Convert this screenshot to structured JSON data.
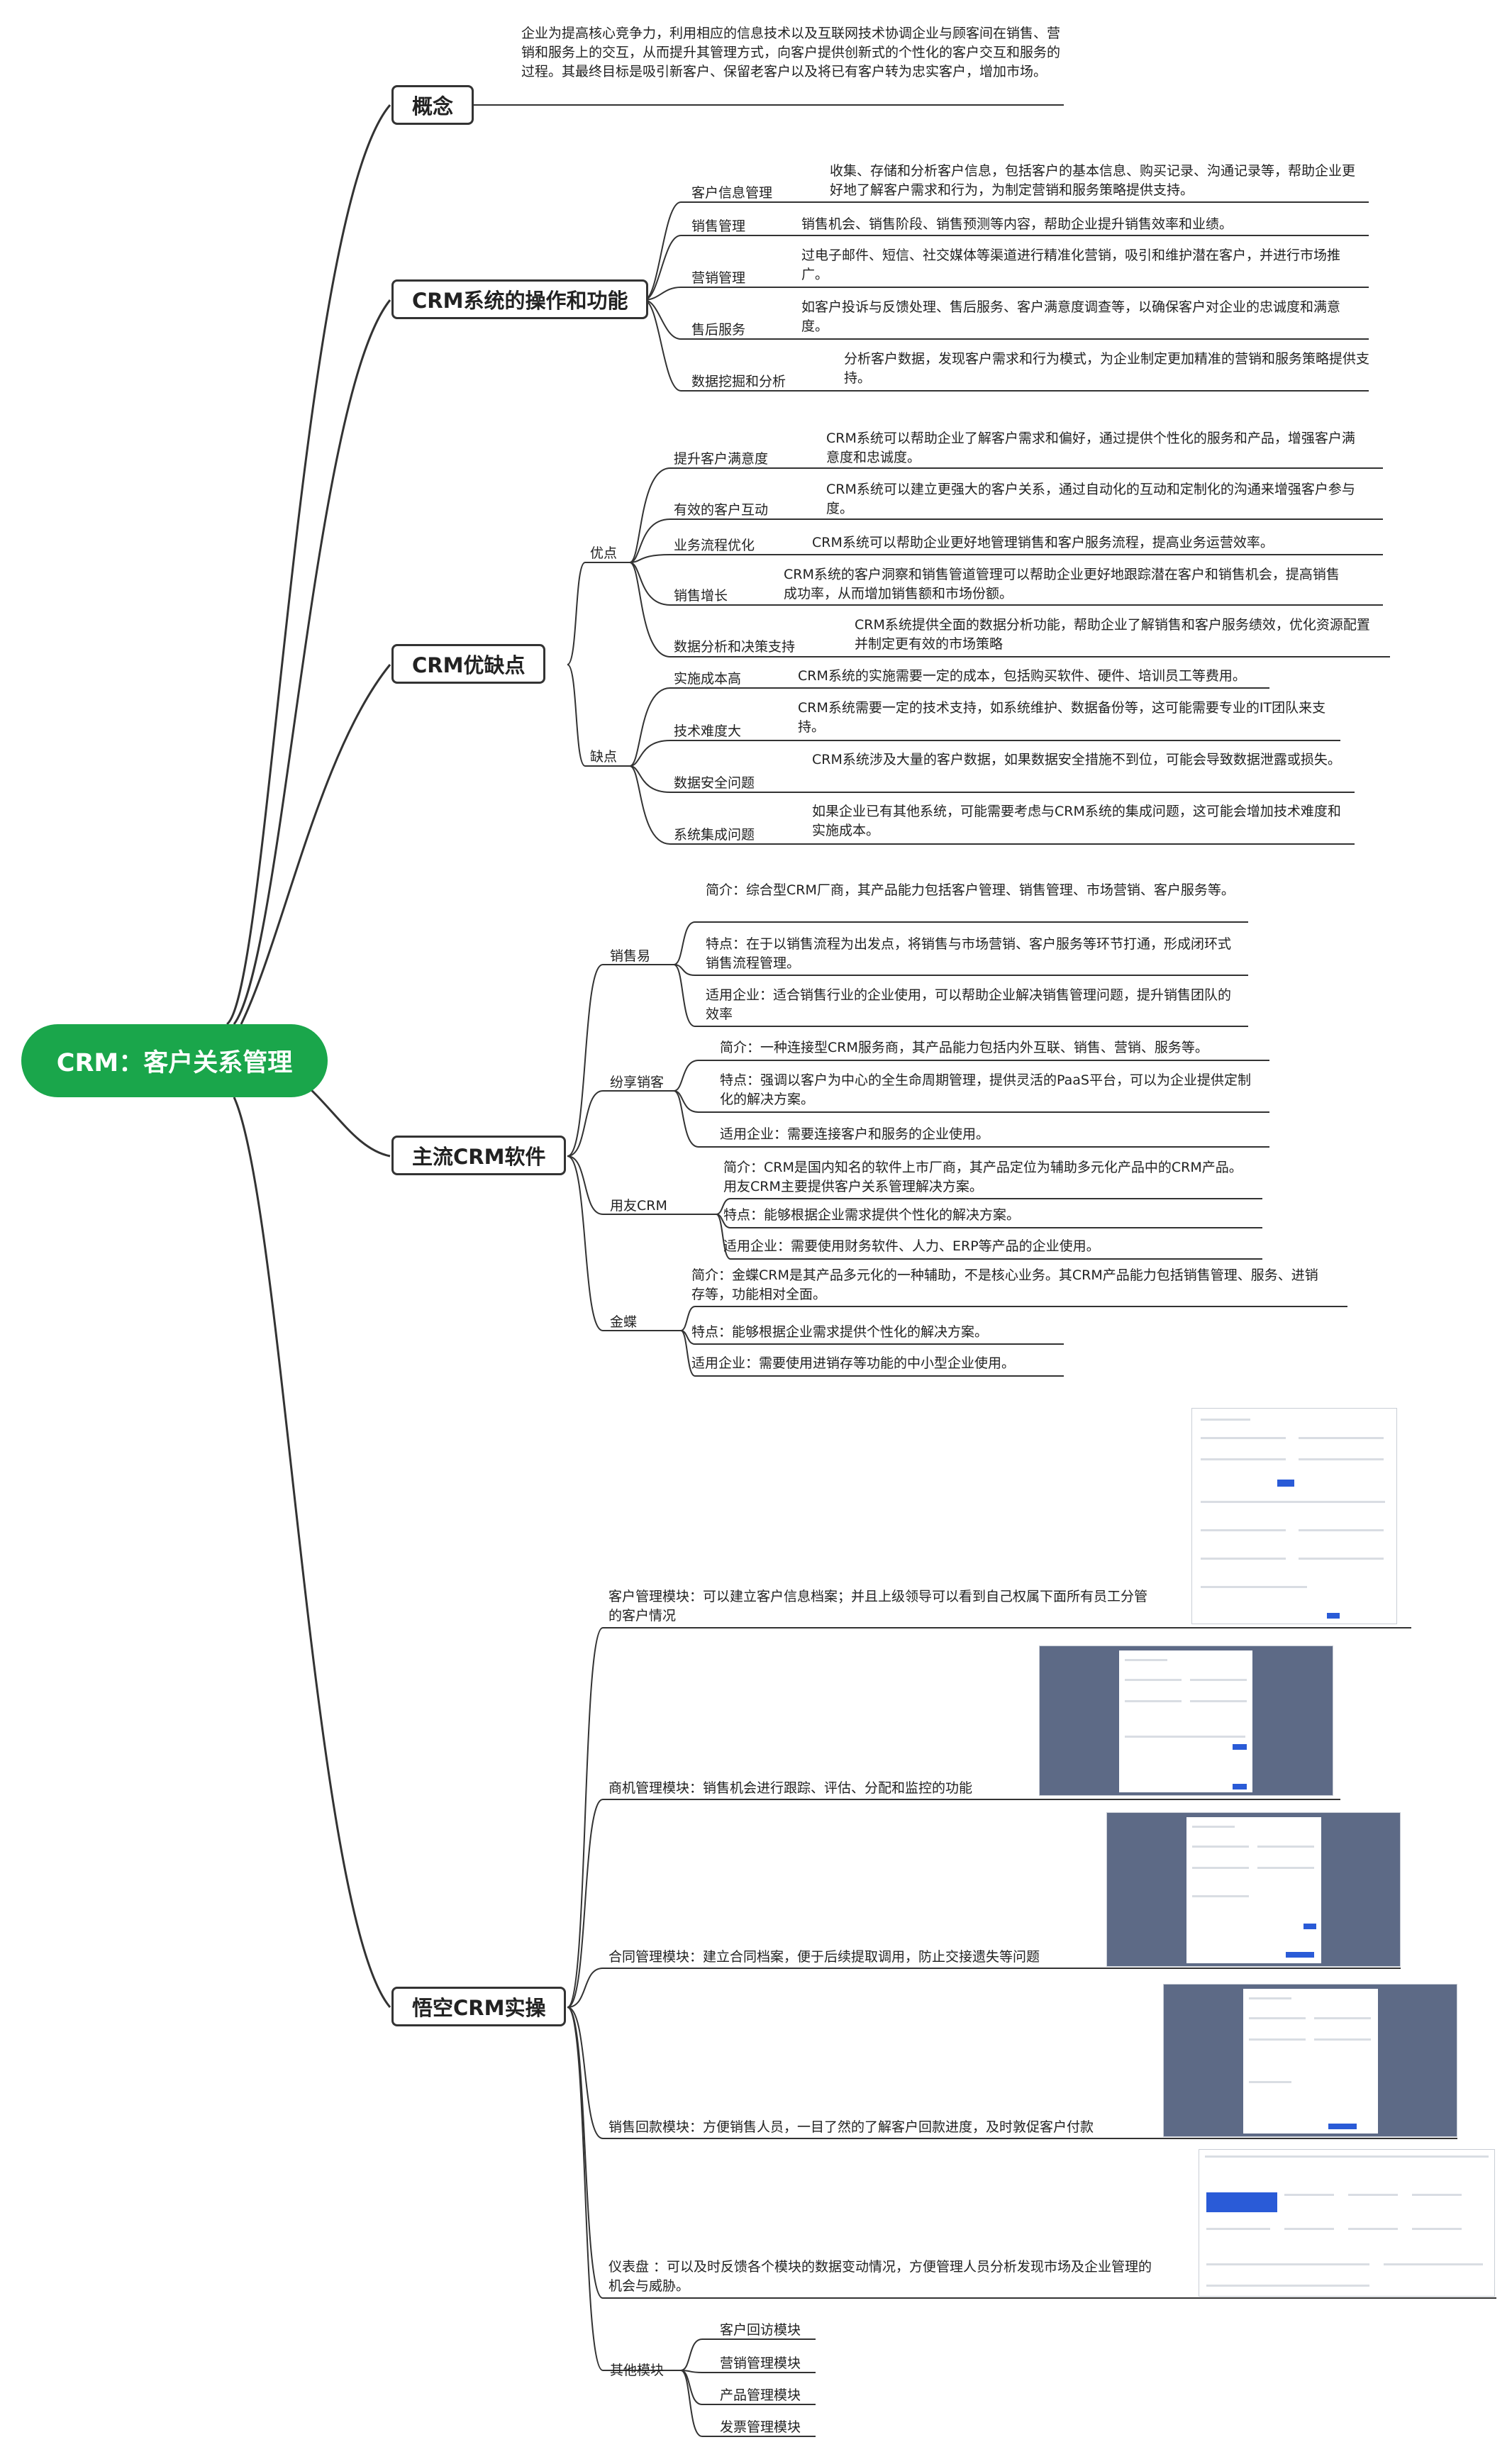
{
  "root": {
    "title": "CRM：客户关系管理"
  },
  "concept": {
    "title": "概念",
    "text": "企业为提高核心竞争力，利用相应的信息技术以及互联网技术协调企业与顾客间在销售、营销和服务上的交互，从而提升其管理方式，向客户提供创新式的个性化的客户交互和服务的过程。其最终目标是吸引新客户、保留老客户以及将已有客户转为忠实客户，增加市场。"
  },
  "ops": {
    "title": "CRM系统的操作和功能",
    "items": [
      {
        "label": "客户信息管理",
        "text": "收集、存储和分析客户信息，包括客户的基本信息、购买记录、沟通记录等，帮助企业更好地了解客户需求和行为，为制定营销和服务策略提供支持。"
      },
      {
        "label": "销售管理",
        "text": "销售机会、销售阶段、销售预测等内容，帮助企业提升销售效率和业绩。"
      },
      {
        "label": "营销管理",
        "text": "过电子邮件、短信、社交媒体等渠道进行精准化营销，吸引和维护潜在客户，并进行市场推广。"
      },
      {
        "label": "售后服务",
        "text": "如客户投诉与反馈处理、售后服务、客户满意度调查等，以确保客户对企业的忠诚度和满意度。"
      },
      {
        "label": "数据挖掘和分析",
        "text": "分析客户数据，发现客户需求和行为模式，为企业制定更加精准的营销和服务策略提供支持。"
      }
    ]
  },
  "proscons": {
    "title": "CRM优缺点",
    "pros": {
      "label": "优点",
      "items": [
        {
          "label": "提升客户满意度",
          "text": "CRM系统可以帮助企业了解客户需求和偏好，通过提供个性化的服务和产品，增强客户满意度和忠诚度。"
        },
        {
          "label": "有效的客户互动",
          "text": "CRM系统可以建立更强大的客户关系，通过自动化的互动和定制化的沟通来增强客户参与度。"
        },
        {
          "label": "业务流程优化",
          "text": "CRM系统可以帮助企业更好地管理销售和客户服务流程，提高业务运营效率。"
        },
        {
          "label": "销售增长",
          "text": "CRM系统的客户洞察和销售管道管理可以帮助企业更好地跟踪潜在客户和销售机会，提高销售成功率，从而增加销售额和市场份额。"
        },
        {
          "label": "数据分析和决策支持",
          "text": "CRM系统提供全面的数据分析功能，帮助企业了解销售和客户服务绩效，优化资源配置并制定更有效的市场策略"
        }
      ]
    },
    "cons": {
      "label": "缺点",
      "items": [
        {
          "label": "实施成本高",
          "text": "CRM系统的实施需要一定的成本，包括购买软件、硬件、培训员工等费用。"
        },
        {
          "label": "技术难度大",
          "text": "CRM系统需要一定的技术支持，如系统维护、数据备份等，这可能需要专业的IT团队来支持。"
        },
        {
          "label": "数据安全问题",
          "text": "CRM系统涉及大量的客户数据，如果数据安全措施不到位，可能会导致数据泄露或损失。"
        },
        {
          "label": "系统集成问题",
          "text": "如果企业已有其他系统，可能需要考虑与CRM系统的集成问题，这可能会增加技术难度和实施成本。"
        }
      ]
    }
  },
  "software": {
    "title": "主流CRM软件",
    "groups": [
      {
        "label": "销售易",
        "items": [
          "简介：综合型CRM厂商，其产品能力包括客户管理、销售管理、市场营销、客户服务等。",
          "特点：在于以销售流程为出发点，将销售与市场营销、客户服务等环节打通，形成闭环式销售流程管理。",
          "适用企业：适合销售行业的企业使用，可以帮助企业解决销售管理问题，提升销售团队的效率"
        ]
      },
      {
        "label": "纷享销客",
        "items": [
          "简介：一种连接型CRM服务商，其产品能力包括内外互联、销售、营销、服务等。",
          "特点：强调以客户为中心的全生命周期管理，提供灵活的PaaS平台，可以为企业提供定制化的解决方案。",
          "适用企业：需要连接客户和服务的企业使用。"
        ]
      },
      {
        "label": "用友CRM",
        "items": [
          "简介：CRM是国内知名的软件上市厂商，其产品定位为辅助多元化产品中的CRM产品。用友CRM主要提供客户关系管理解决方案。",
          "特点：能够根据企业需求提供个性化的解决方案。",
          "适用企业：需要使用财务软件、人力、ERP等产品的企业使用。"
        ]
      },
      {
        "label": "金蝶",
        "items": [
          "简介：金蝶CRM是其产品多元化的一种辅助，不是核心业务。其CRM产品能力包括销售管理、服务、进销存等，功能相对全面。",
          "特点：能够根据企业需求提供个性化的解决方案。",
          "适用企业：需要使用进销存等功能的中小型企业使用。"
        ]
      }
    ]
  },
  "practice": {
    "title": "悟空CRM实操",
    "items": [
      {
        "text": "客户管理模块：可以建立客户信息档案；并且上级领导可以看到自己权属下面所有员工分管的客户情况"
      },
      {
        "text": "商机管理模块：销售机会进行跟踪、评估、分配和监控的功能"
      },
      {
        "text": "合同管理模块：建立合同档案，便于后续提取调用，防止交接遗失等问题"
      },
      {
        "text": "销售回款模块：方便销售人员，一目了然的了解客户回款进度，及时敦促客户付款"
      },
      {
        "text": "仪表盘 ：可以及时反馈各个模块的数据变动情况，方便管理人员分析发现市场及企业管理的机会与威胁。"
      }
    ],
    "others": {
      "label": "其他模块",
      "items": [
        "客户回访模块",
        "营销管理模块",
        "产品管理模块",
        "发票管理模块"
      ]
    }
  },
  "colors": {
    "root_fill": "#1aa64b",
    "line": "#333333",
    "shot_bg_dark": "#5d6a86"
  }
}
